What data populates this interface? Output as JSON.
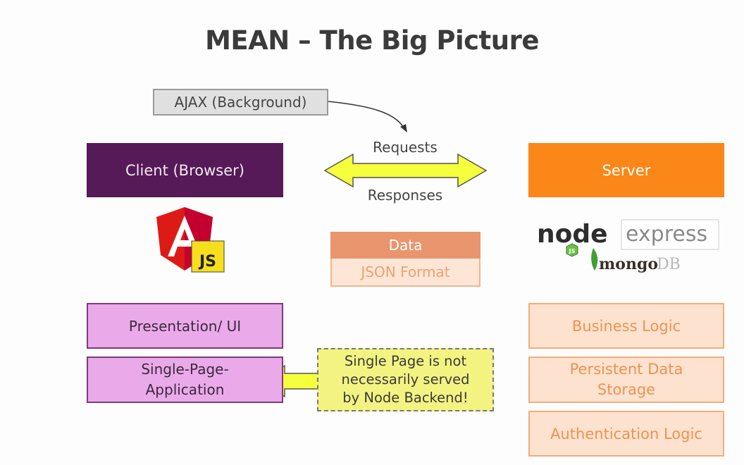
{
  "title": "MEAN – The Big Picture",
  "ajax_label": "AJAX (Background)",
  "client": {
    "label": "Client (Browser)"
  },
  "server": {
    "label": "Server"
  },
  "arrows": {
    "requests": "Requests",
    "responses": "Responses"
  },
  "data_box": {
    "header": "Data",
    "format": "JSON Format"
  },
  "client_layers": [
    "Presentation/ UI",
    "Single-Page-\nApplication"
  ],
  "server_layers": [
    "Business Logic",
    "Persistent Data\nStorage",
    "Authentication Logic"
  ],
  "note": "Single Page is not\nnecessarily served\nby Node Backend!",
  "logos": {
    "angular_badge": "JS",
    "node": "node",
    "node_badge": "JS",
    "express": "express",
    "mongo": "mongo",
    "mongo_db": "DB"
  },
  "colors": {
    "client": "#551a57",
    "server": "#fa8718",
    "arrow": "#f5ff3c",
    "client_layer": "#eaaaea",
    "server_layer": "#fde3cf"
  }
}
